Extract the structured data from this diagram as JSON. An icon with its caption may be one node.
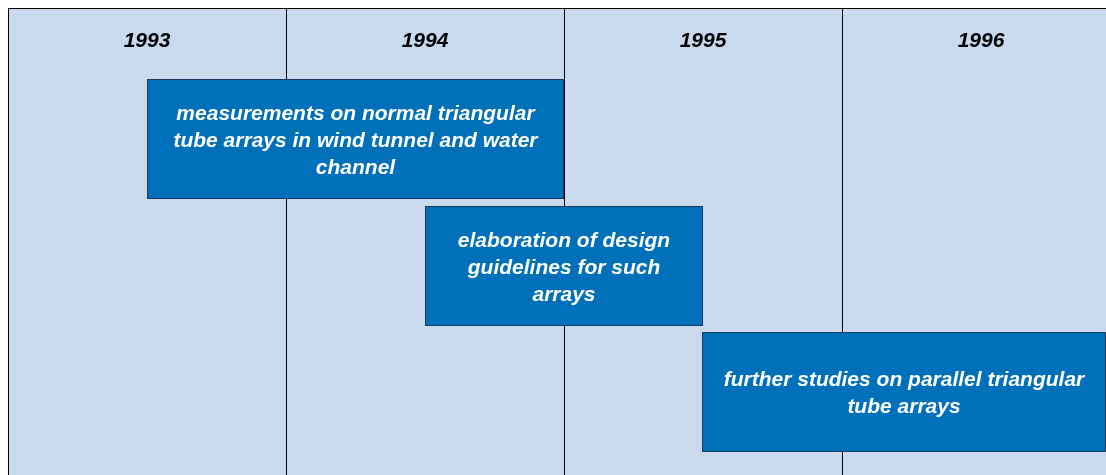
{
  "diagram": {
    "nodes": [
      {
        "text": [
          "measurements on normal triangular tube arrays in wind tunnel and water channel"
        ]
      },
      {
        "text": [
          "elaboration of design guidelines for such arrays"
        ]
      },
      {
        "text": [
          "further studies on parallel triangular tube arrays"
        ]
      }
    ],
    "labels": [
      "1993",
      "1994",
      "1995",
      "1996"
    ]
  }
}
